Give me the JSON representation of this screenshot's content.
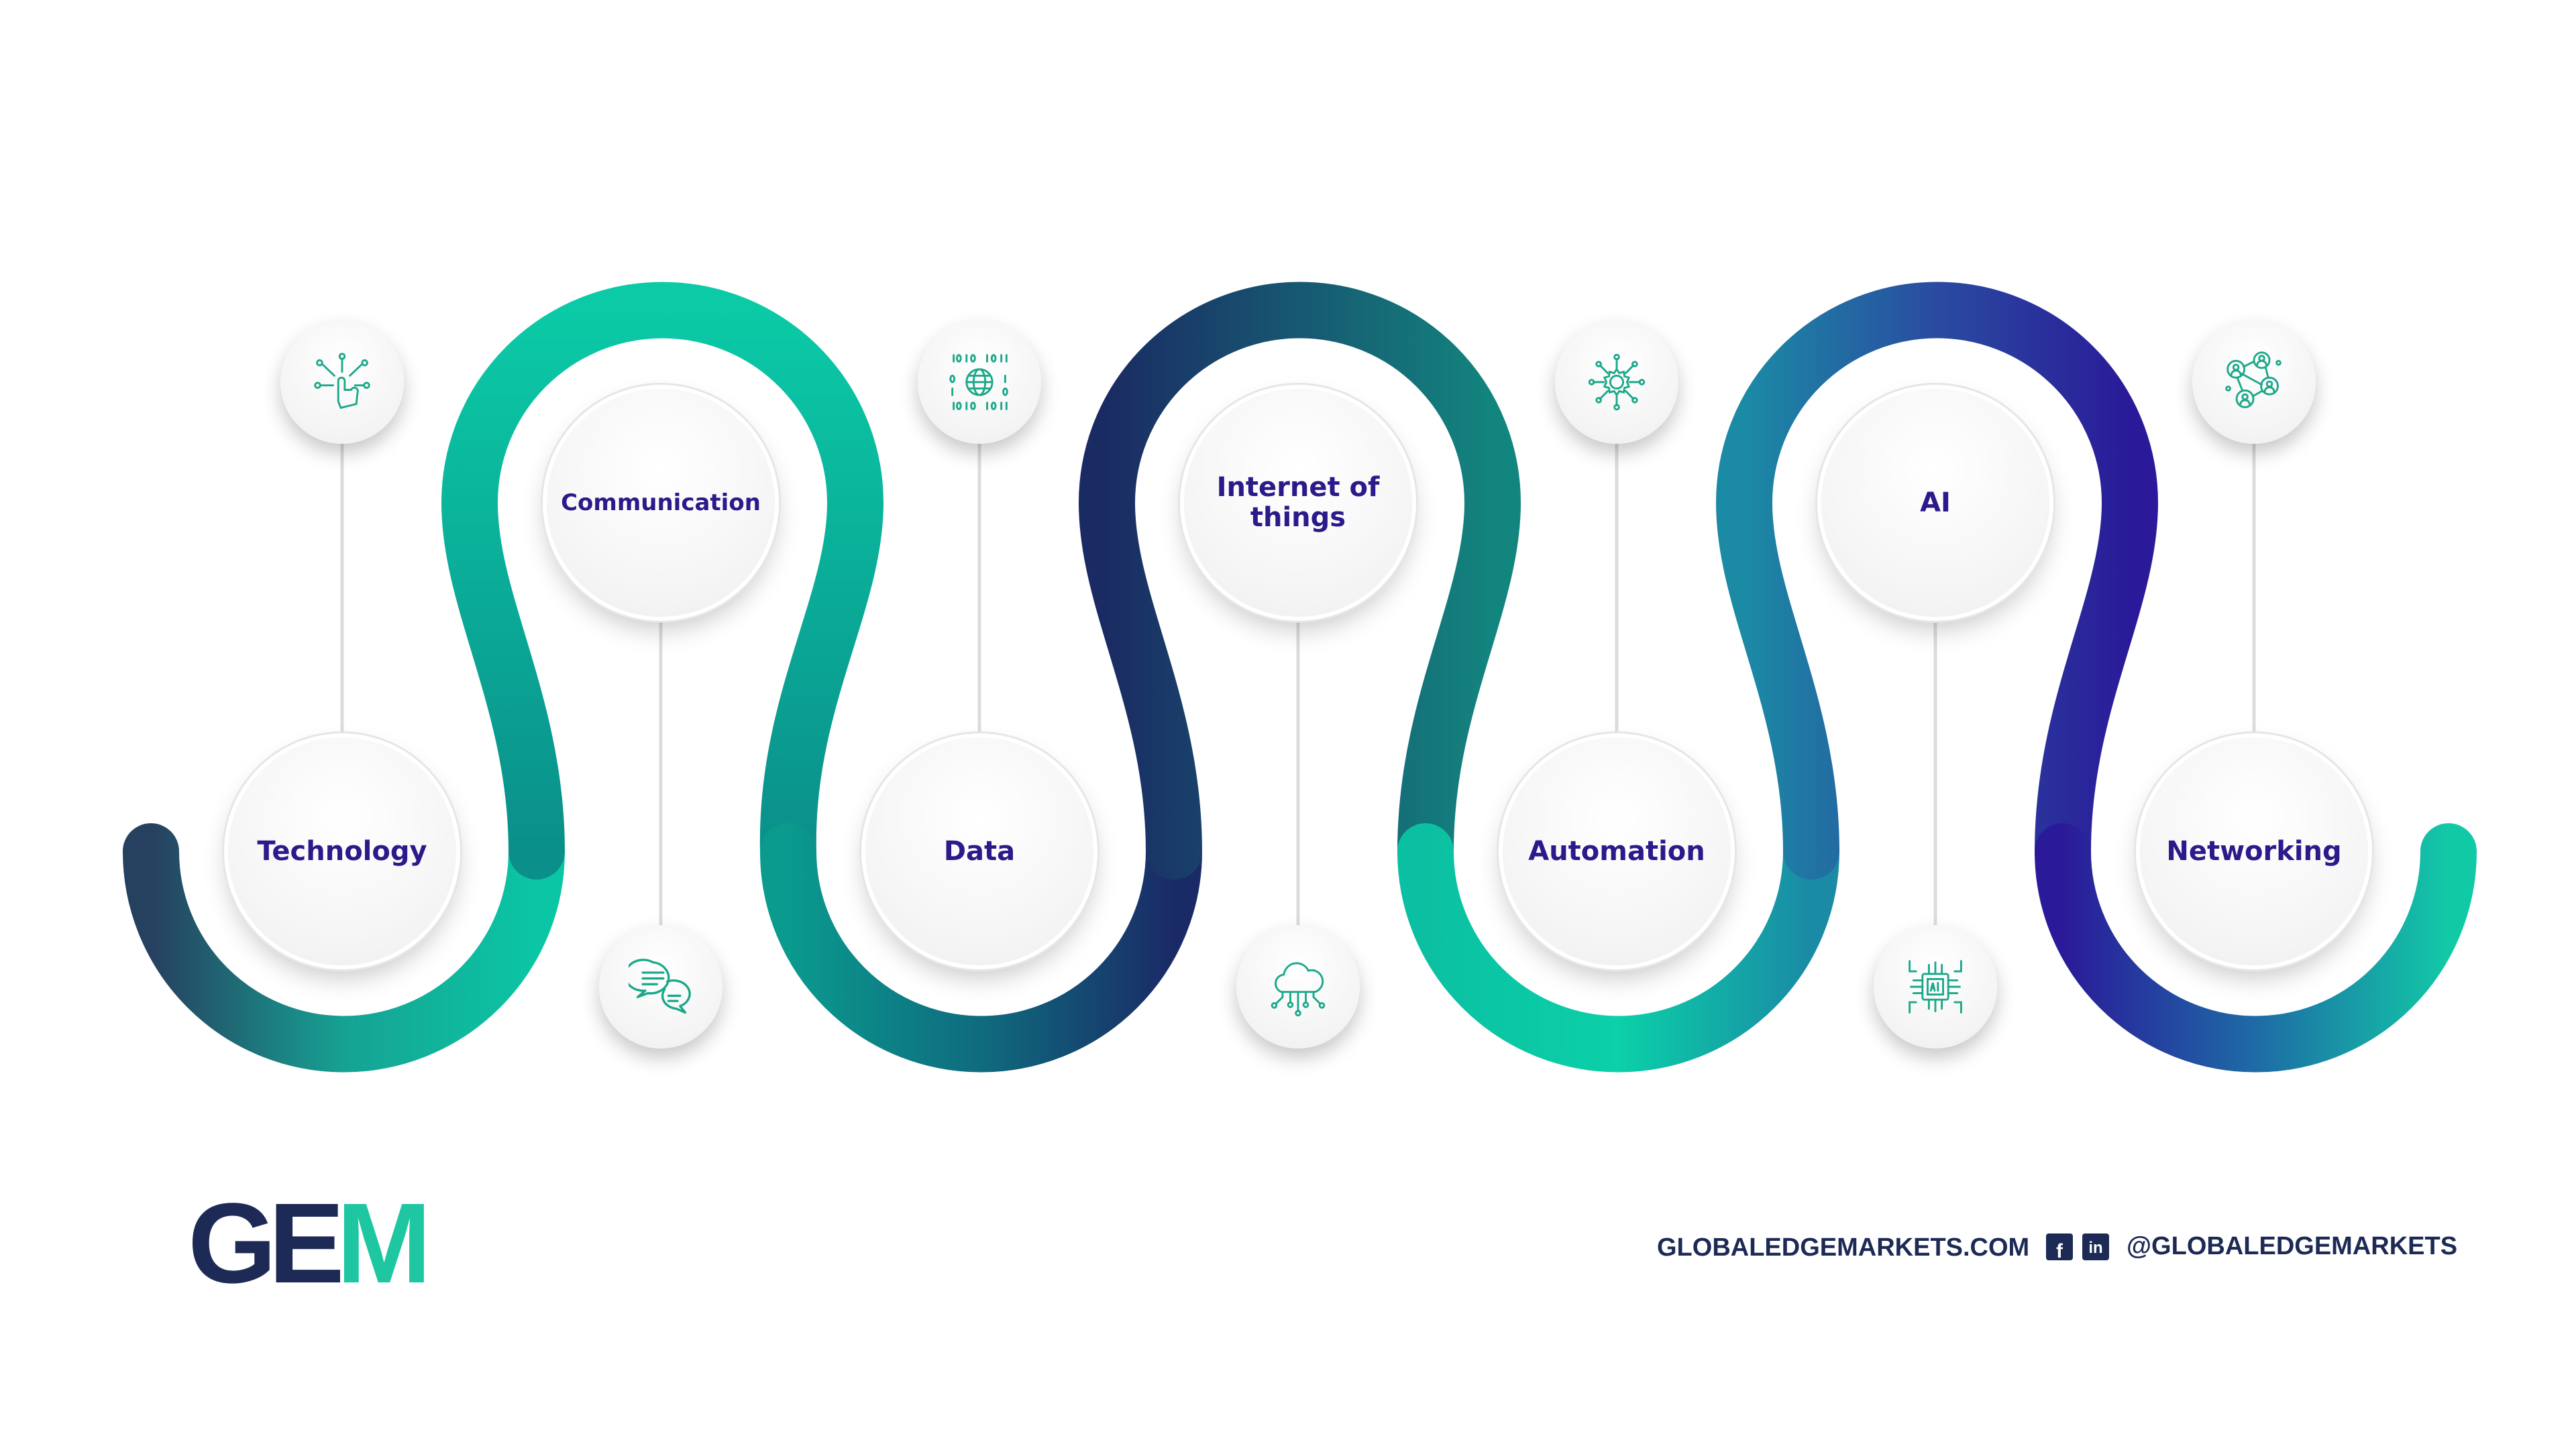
{
  "nodes": [
    {
      "label": "Technology"
    },
    {
      "label": "Communication"
    },
    {
      "label": "Data"
    },
    {
      "label": "Internet of things"
    },
    {
      "label": "Automation"
    },
    {
      "label": "AI"
    },
    {
      "label": "Networking"
    }
  ],
  "icons": [
    "touch-network-icon",
    "chat-bubbles-icon",
    "binary-globe-icon",
    "cloud-network-icon",
    "gear-network-icon",
    "ai-chip-icon",
    "people-network-icon"
  ],
  "colors": {
    "teal": "#1ec7a2",
    "navy": "#1c2a55",
    "indigo": "#2a1a8a",
    "label": "#2a1a8a"
  },
  "footer": {
    "logo_g": "G",
    "logo_e": "E",
    "logo_m": "M",
    "website": "GLOBALEDGEMARKETS.COM",
    "facebook_glyph": "f",
    "linkedin_glyph": "in",
    "handle": "@GLOBALEDGEMARKETS"
  }
}
